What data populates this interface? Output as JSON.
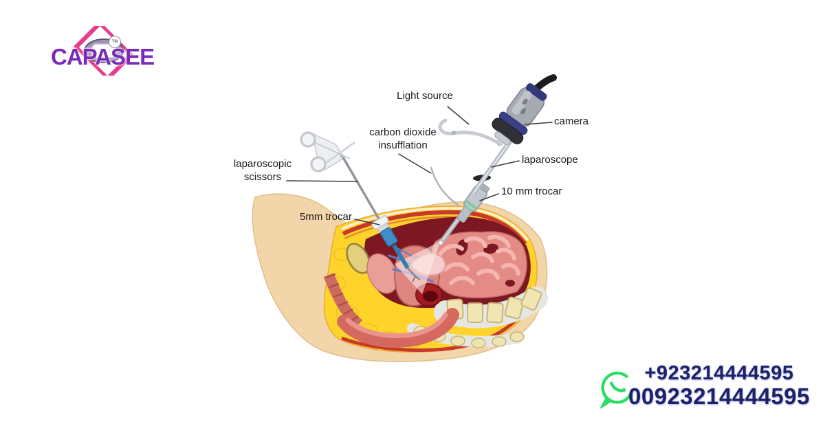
{
  "brand": {
    "logo_text": "CAPASEE",
    "trademark": "TM",
    "colors": {
      "logo_text": "#7A2BB8",
      "diamond_pink": "#E93A8C",
      "emblem_gray": "#A193B5"
    }
  },
  "diagram": {
    "labels": {
      "light_source": "Light source",
      "camera": "camera",
      "co2_line1": "carbon dioxide",
      "co2_line2": "insufflation",
      "laparoscope": "laparoscope",
      "trocar_10mm": "10 mm trocar",
      "scissors_line1": "laparoscopic",
      "scissors_line2": "scissors",
      "trocar_5mm": "5mm trocar"
    }
  },
  "contact": {
    "phone_primary": "+923214444595",
    "phone_secondary": "00923214444595",
    "icon": "whatsapp-icon",
    "colors": {
      "phone_text": "#1D2264",
      "whatsapp_green": "#2BDE63"
    }
  }
}
